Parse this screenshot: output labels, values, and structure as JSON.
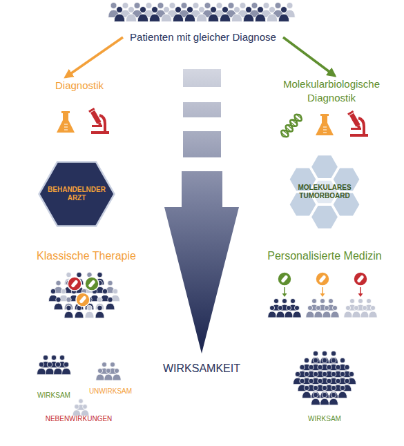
{
  "diagram": {
    "nodes": [
      {
        "text": [
          "Patienten mit gleicher Diagnose"
        ]
      },
      {
        "text": [
          "Diagnostik"
        ]
      },
      {
        "text": [
          "Molekularbiologische Diagnostik"
        ]
      },
      {
        "text": [
          "BEHANDELNDER ARZT"
        ]
      },
      {
        "text": [
          "MOLEKULARES TUMORBOARD"
        ]
      },
      {
        "text": [
          "Klassische Therapie"
        ]
      },
      {
        "text": [
          "Personalisierte Medizin"
        ]
      }
    ],
    "edges": [
      {
        "from": 0,
        "to": 1,
        "arrow": "to"
      },
      {
        "from": 0,
        "to": 2,
        "arrow": "to"
      }
    ],
    "labels": [
      "WIRKSAMKEIT",
      "WIRKSAM",
      "UNWIRKSAM",
      "NEBENWIRKUNGEN",
      "WIRKSAM"
    ]
  }
}
